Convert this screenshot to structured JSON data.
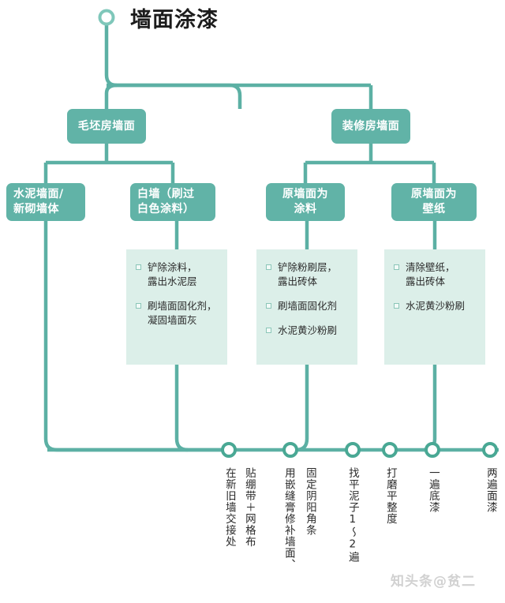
{
  "page": {
    "title": "墙面涂漆",
    "watermark": "知头条@贫二"
  },
  "colors": {
    "node_fill": "#61b3a7",
    "panel_fill": "#dcefe9",
    "wire": "#5cb0a4",
    "node_text": "#ffffff",
    "body_text": "#2a2a2a"
  },
  "level2": [
    {
      "label": "毛坯房墙面"
    },
    {
      "label": "装修房墙面"
    }
  ],
  "level3": [
    {
      "label": "水泥墙面/\n新砌墙体"
    },
    {
      "label": "白墙（刷过\n白色涂料）"
    },
    {
      "label": "原墙面为\n涂料"
    },
    {
      "label": "原墙面为\n壁纸"
    }
  ],
  "panels": [
    {
      "items": [
        "铲除涂料，\n露出水泥层",
        "刷墙面固化剂，\n凝固墙面灰"
      ]
    },
    {
      "items": [
        "铲除粉刷层，\n露出砖体",
        "刷墙面固化剂",
        "水泥黄沙粉刷"
      ]
    },
    {
      "items": [
        "清除壁纸，\n露出砖体",
        "水泥黄沙粉刷"
      ]
    }
  ],
  "timeline": {
    "steps": [
      {
        "label": "在新旧墙交接处"
      },
      {
        "label": "贴绷带＋网格布"
      },
      {
        "label": "用嵌缝膏修补墙面、"
      },
      {
        "label": "固定阴阳角条"
      },
      {
        "label": "找平泥子1～2遍"
      },
      {
        "label": "打磨平整度"
      },
      {
        "label": "一遍底漆"
      },
      {
        "label": "两遍面漆"
      }
    ]
  }
}
